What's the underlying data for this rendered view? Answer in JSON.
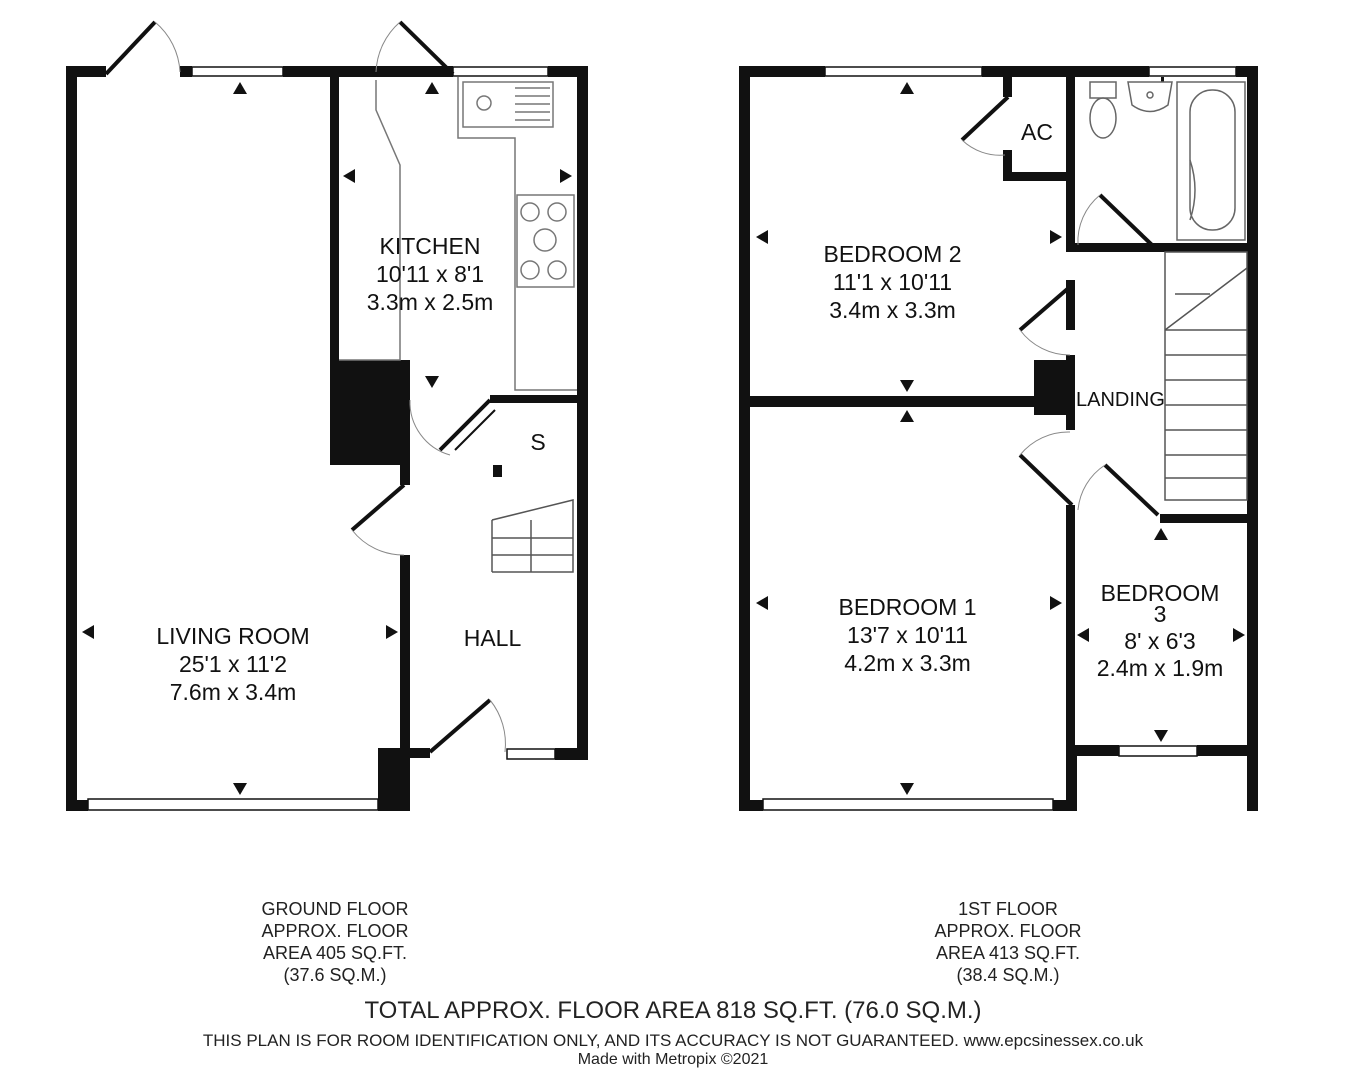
{
  "rooms": {
    "kitchen": {
      "name": "KITCHEN",
      "imperial": "10'11 x 8'1",
      "metric": "3.3m x 2.5m"
    },
    "living": {
      "name": "LIVING ROOM",
      "imperial": "25'1 x 11'2",
      "metric": "7.6m x 3.4m"
    },
    "hall": {
      "name": "HALL"
    },
    "storage": {
      "name": "S"
    },
    "bedroom2": {
      "name": "BEDROOM 2",
      "imperial": "11'1 x 10'11",
      "metric": "3.4m x 3.3m"
    },
    "bedroom1": {
      "name": "BEDROOM 1",
      "imperial": "13'7 x 10'11",
      "metric": "4.2m x 3.3m"
    },
    "bedroom3": {
      "name_line1": "BEDROOM",
      "name_line2": "3",
      "imperial": "8' x 6'3",
      "metric": "2.4m x 1.9m"
    },
    "landing": {
      "name": "LANDING"
    },
    "airing": {
      "name": "AC"
    }
  },
  "floors": {
    "ground": {
      "line1": "GROUND FLOOR",
      "line2": "APPROX. FLOOR",
      "line3": "AREA 405 SQ.FT.",
      "line4": "(37.6 SQ.M.)"
    },
    "first": {
      "line1": "1ST FLOOR",
      "line2": "APPROX. FLOOR",
      "line3": "AREA 413 SQ.FT.",
      "line4": "(38.4 SQ.M.)"
    }
  },
  "footer": {
    "total": "TOTAL APPROX. FLOOR AREA 818 SQ.FT. (76.0 SQ.M.)",
    "disclaimer": "THIS PLAN IS FOR ROOM IDENTIFICATION ONLY, AND ITS ACCURACY IS NOT GUARANTEED. www.epcsinessex.co.uk",
    "made_with": "Made with Metropix ©2021"
  },
  "colors": {
    "wall": "#111111",
    "fixture": "#555555",
    "background": "#ffffff"
  }
}
